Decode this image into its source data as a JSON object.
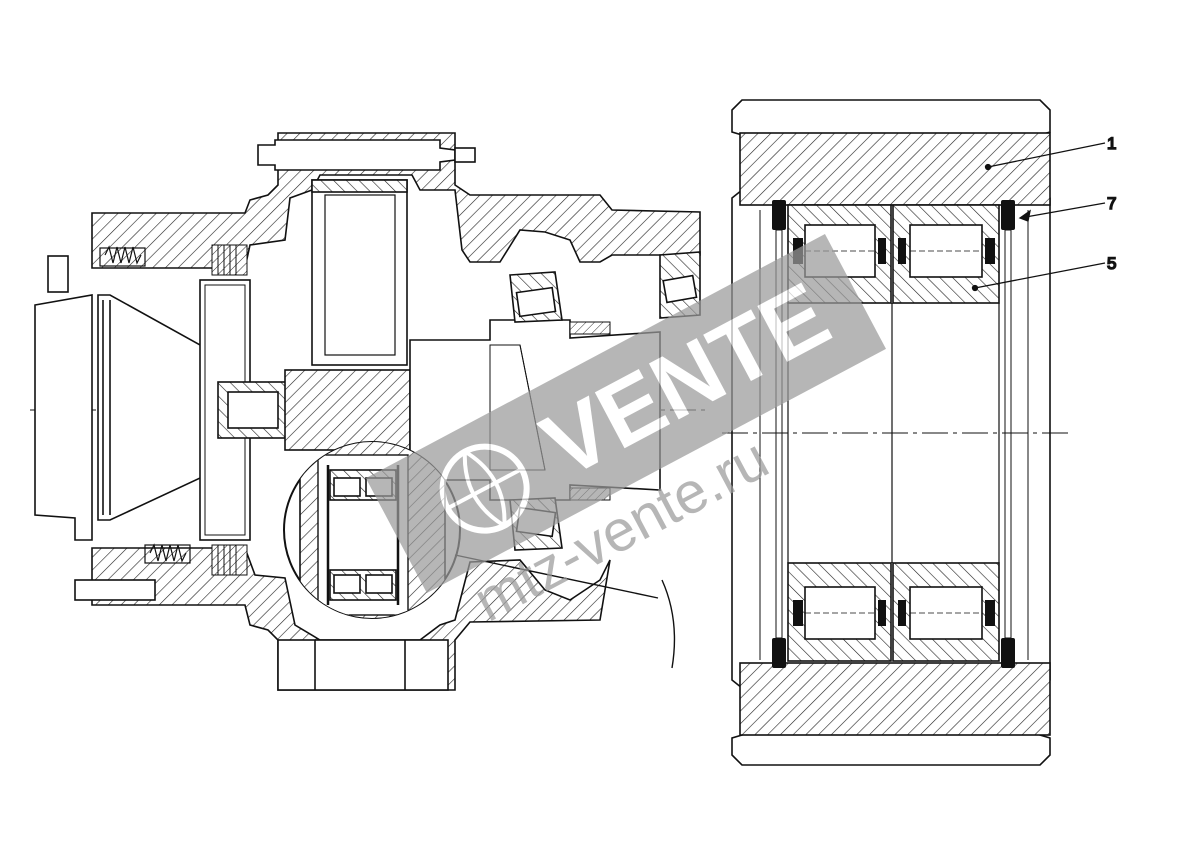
{
  "figure": {
    "callouts": [
      {
        "id": "callout-1",
        "label": "1"
      },
      {
        "id": "callout-7",
        "label": "7"
      },
      {
        "id": "callout-5",
        "label": "5"
      }
    ],
    "watermark": {
      "brand": "VENTE",
      "domain": "mtz-vente.ru",
      "color": "#9a9a9a"
    },
    "colors": {
      "ink": "#111111",
      "paper": "#ffffff",
      "watermark": "#9a9a9a"
    }
  }
}
